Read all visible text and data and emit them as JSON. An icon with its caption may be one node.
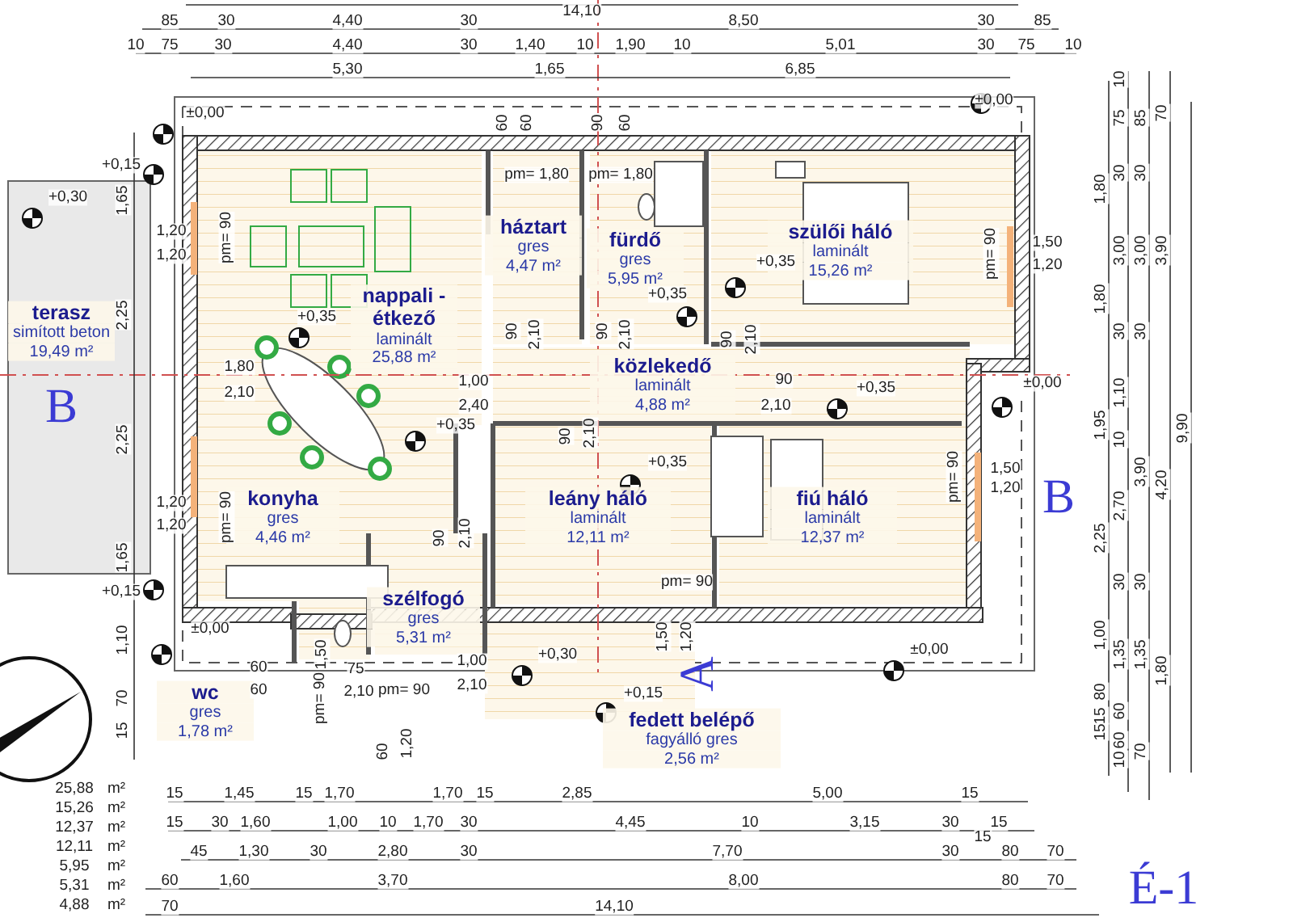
{
  "diagram": {
    "nodes": [
      {
        "text": [
          "terasz",
          "simított beton",
          "19,49 m²"
        ]
      },
      {
        "text": [
          "nappali - étkező",
          "laminált",
          "25,88 m²"
        ]
      },
      {
        "text": [
          "háztart",
          "gres",
          "4,47 m²"
        ]
      },
      {
        "text": [
          "fürdő",
          "gres",
          "5,95 m²"
        ]
      },
      {
        "text": [
          "szülői háló",
          "laminált",
          "15,26 m²"
        ]
      },
      {
        "text": [
          "közlekedő",
          "laminált",
          "4,88 m²"
        ]
      },
      {
        "text": [
          "konyha",
          "gres",
          "4,46 m²"
        ]
      },
      {
        "text": [
          "leány háló",
          "laminált",
          "12,11 m²"
        ]
      },
      {
        "text": [
          "fiú háló",
          "laminált",
          "12,37 m²"
        ]
      },
      {
        "text": [
          "szélfogó",
          "gres",
          "5,31 m²"
        ]
      },
      {
        "text": [
          "wc",
          "gres",
          "1,78 m²"
        ]
      },
      {
        "text": [
          "fedett belépő",
          "fagyálló gres",
          "2,56 m²"
        ]
      }
    ],
    "labels": [
      "14,10",
      "85",
      "30",
      "4,40",
      "30",
      "8,50",
      "30",
      "85",
      "10",
      "75",
      "30",
      "4,40",
      "30",
      "1,40",
      "10",
      "1,90",
      "10",
      "5,01",
      "30",
      "75",
      "10",
      "5,30",
      "1,65",
      "6,85",
      "60",
      "60",
      "90",
      "60",
      "±0,00",
      "±0,00",
      "+0,15",
      "+0,30",
      "+0,35",
      "+0,35",
      "+0,35",
      "+0,35",
      "+0,35",
      "+0,35",
      "±0,00",
      "+0,15",
      "±0,00",
      "+0,30",
      "+0,15",
      "±0,00",
      "pm= 1,80",
      "pm= 1,80",
      "pm= 90",
      "1,20",
      "1,20",
      "1,80",
      "2,10",
      "1,00",
      "2,40",
      "90",
      "2,10",
      "90",
      "2,10",
      "90",
      "2,10",
      "90",
      "2,10",
      "90",
      "2,10",
      "pm= 90",
      "1,20",
      "1,20",
      "90",
      "2,10",
      "pm= 90",
      "pm= 90",
      "1,50",
      "1,20",
      "pm= 90",
      "1,50",
      "1,20",
      "60",
      "60",
      "1,50",
      "75",
      "pm= 90",
      "2,10",
      "pm= 90",
      "1,00",
      "2,10",
      "60",
      "1,20",
      "1,50",
      "1,20",
      "1,65",
      "2,25",
      "2,25",
      "1,65",
      "1,10",
      "70",
      "15",
      "1,80",
      "1,80",
      "1,95",
      "2,25",
      "1,00",
      "80",
      "15",
      "15",
      "10",
      "75",
      "30",
      "3,00",
      "30",
      "1,10",
      "10",
      "2,70",
      "30",
      "1,35",
      "60",
      "60",
      "10",
      "85",
      "30",
      "3,00",
      "30",
      "3,90",
      "30",
      "1,35",
      "70",
      "70",
      "3,90",
      "4,20",
      "1,80",
      "9,90",
      "15",
      "1,45",
      "15",
      "1,70",
      "1,70",
      "15",
      "2,85",
      "5,00",
      "15",
      "15",
      "30",
      "1,60",
      "1,00",
      "10",
      "1,70",
      "30",
      "4,45",
      "10",
      "3,15",
      "30",
      "15",
      "15",
      "45",
      "1,30",
      "30",
      "2,80",
      "30",
      "7,70",
      "30",
      "80",
      "70",
      "60",
      "1,60",
      "3,70",
      "8,00",
      "80",
      "70",
      "70",
      "14,10",
      "25,88",
      "m²",
      "15,26",
      "m²",
      "12,37",
      "m²",
      "12,11",
      "m²",
      "5,95",
      "m²",
      "5,31",
      "m²",
      "4,88",
      "m²",
      "B",
      "B",
      "A",
      "É-1"
    ]
  }
}
